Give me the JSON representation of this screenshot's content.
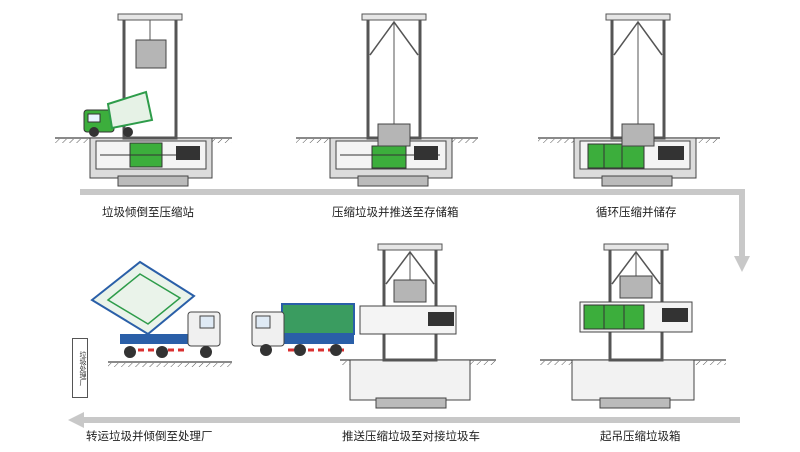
{
  "steps": [
    {
      "label": "垃圾倾倒至压缩站"
    },
    {
      "label": "压缩垃圾并推送至存储箱"
    },
    {
      "label": "循环压缩并储存"
    },
    {
      "label": "起吊压缩垃圾箱"
    },
    {
      "label": "推送压缩垃圾至对接垃圾车"
    },
    {
      "label": "转运垃圾并倾倒至处理厂"
    }
  ],
  "sign": {
    "text": "垃圾处理厂"
  },
  "colors": {
    "frame": "#e6e6e6",
    "frame_stroke": "#555555",
    "green": "#3cae3c",
    "grey_box": "#b5b5b5",
    "pit": "#dcdcdc",
    "flow_arrow": "#c8c8c8",
    "truck_blue": "#2a5fa8",
    "truck_green": "#2e9c4a",
    "stripe_red": "#d93030"
  }
}
